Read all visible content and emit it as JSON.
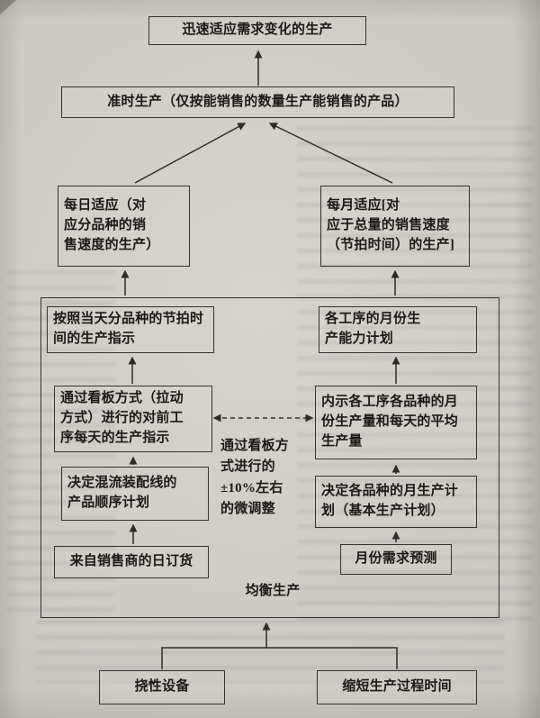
{
  "diagram": {
    "nodes": {
      "goal": "迅速适应需求变化的生产",
      "jit": "准时生产（仅按能销售的数量生产能销售的产品）",
      "daily_adapt": "每日适应（对\n应分品种的销\n售速度的生产）",
      "monthly_adapt": "每月适应[对\n应于总量的销售速度\n（节拍时间）的生产]",
      "takt_instruction": "按照当天分品种的节拍时\n间的生产指示",
      "kanban_instruction": "通过看板方式（拉动\n方式）进行的对前工\n序每天的生产指示",
      "sequence_plan": "决定混流装配线的\n产品顺序计划",
      "daily_orders": "来自销售商的日订货",
      "capacity_plan": "各工序的月份生\n产能力计划",
      "monthly_volume": "内示各工序各品种的月\n份生产量和每天的平均\n生产量",
      "monthly_plan": "决定各品种的月生产计\n划（基本生产计划）",
      "demand_forecast": "月份需求预测",
      "kanban_note": "通过看板方\n式进行的\n±10%左右\n的微调整",
      "leveled_production_label": "均衡生产",
      "flexible_equipment": "挠性设备",
      "shorten_leadtime": "缩短生产过程时间"
    },
    "line_color": "#2e2c29"
  }
}
